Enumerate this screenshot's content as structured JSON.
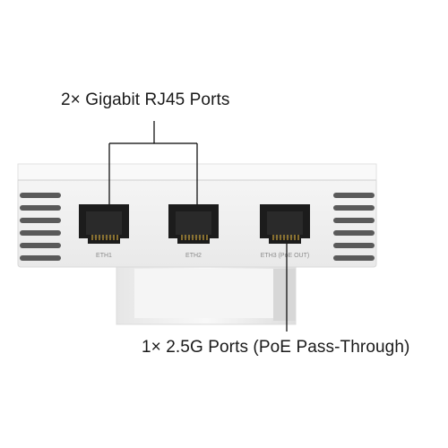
{
  "callouts": {
    "top_label": "2× Gigabit RJ45 Ports",
    "bottom_label": "1× 2.5G Ports (PoE Pass-Through)"
  },
  "ports": [
    {
      "caption": "ETH1"
    },
    {
      "caption": "ETH2"
    },
    {
      "caption": "ETH3 (PoE OUT)"
    }
  ],
  "colors": {
    "device_body": "#f2f2f2",
    "device_edge": "#d9d9d9",
    "port_socket": "#1c1c1c",
    "contact_pins": "#c9a23a",
    "leader_line": "#000000"
  }
}
